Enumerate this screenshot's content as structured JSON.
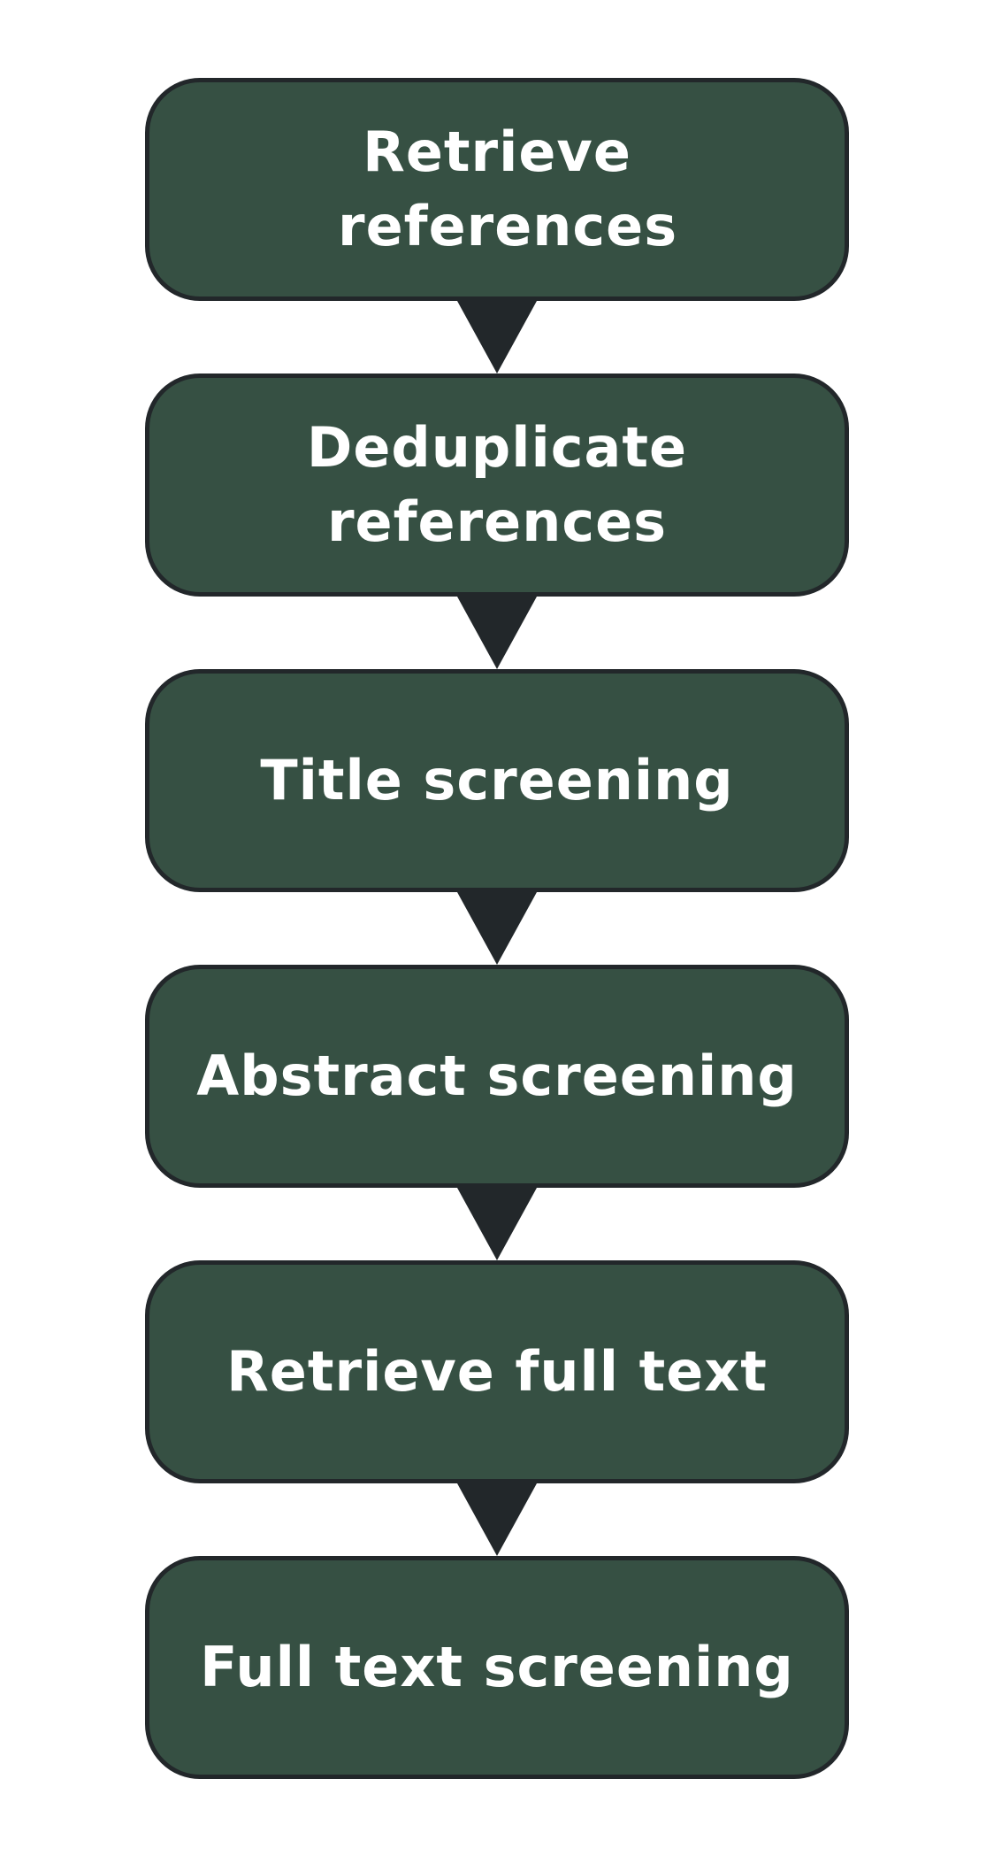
{
  "colors": {
    "box_fill": "#365043",
    "border": "#22272a",
    "arrow": "#22272a",
    "text": "#ffffff",
    "background": "#ffffff"
  },
  "steps": [
    {
      "label": "Retrieve references"
    },
    {
      "label": "Deduplicate references"
    },
    {
      "label": "Title screening"
    },
    {
      "label": "Abstract screening"
    },
    {
      "label": "Retrieve full text"
    },
    {
      "label": "Full text screening"
    }
  ],
  "connector_icon": "down-triangle-arrow"
}
